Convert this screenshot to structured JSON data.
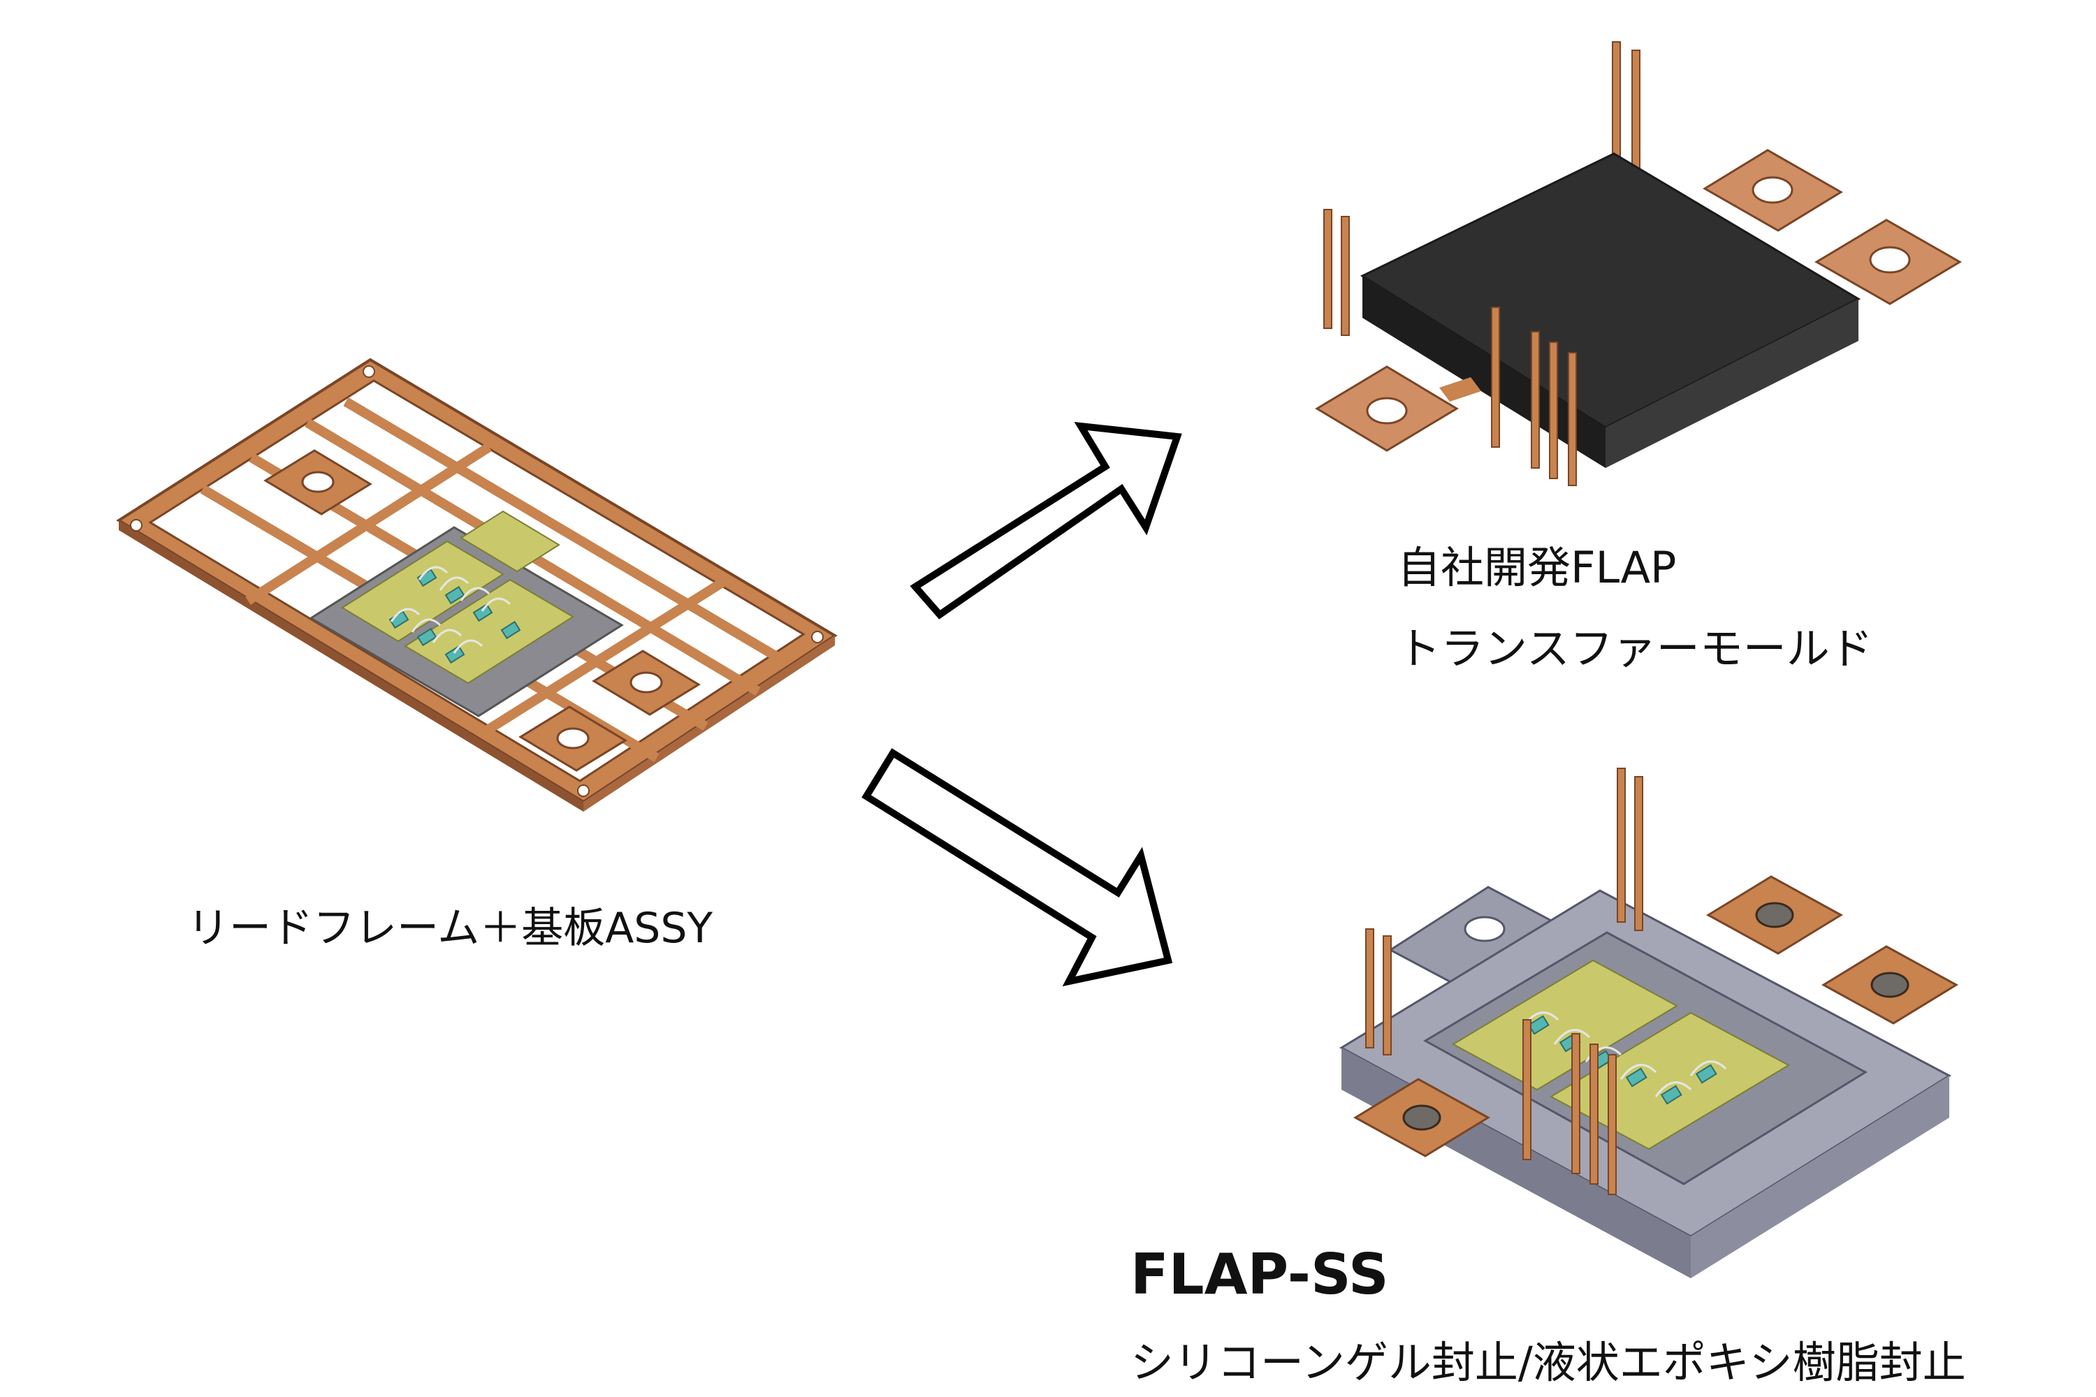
{
  "left_component": {
    "label": "リードフレーム＋基板ASSY",
    "colors": {
      "copper": "#c8834f",
      "copper_dark": "#8d5330",
      "substrate": "#c9c96b",
      "base": "#8a8a90"
    }
  },
  "top_right_component": {
    "line1": "自社開発FLAP",
    "line2": "トランスファーモールド",
    "colors": {
      "mold": "#2e2e2e",
      "terminal": "#d08e64"
    }
  },
  "bottom_right_component": {
    "title": "FLAP-SS",
    "subtitle": "シリコーンゲル封止/液状エポキシ樹脂封止",
    "colors": {
      "housing": "#9a9cab",
      "substrate": "#c9c96b",
      "terminal": "#c8834f"
    }
  },
  "arrows": [
    {
      "direction": "up-right",
      "style": "hollow"
    },
    {
      "direction": "down-right",
      "style": "hollow"
    }
  ]
}
